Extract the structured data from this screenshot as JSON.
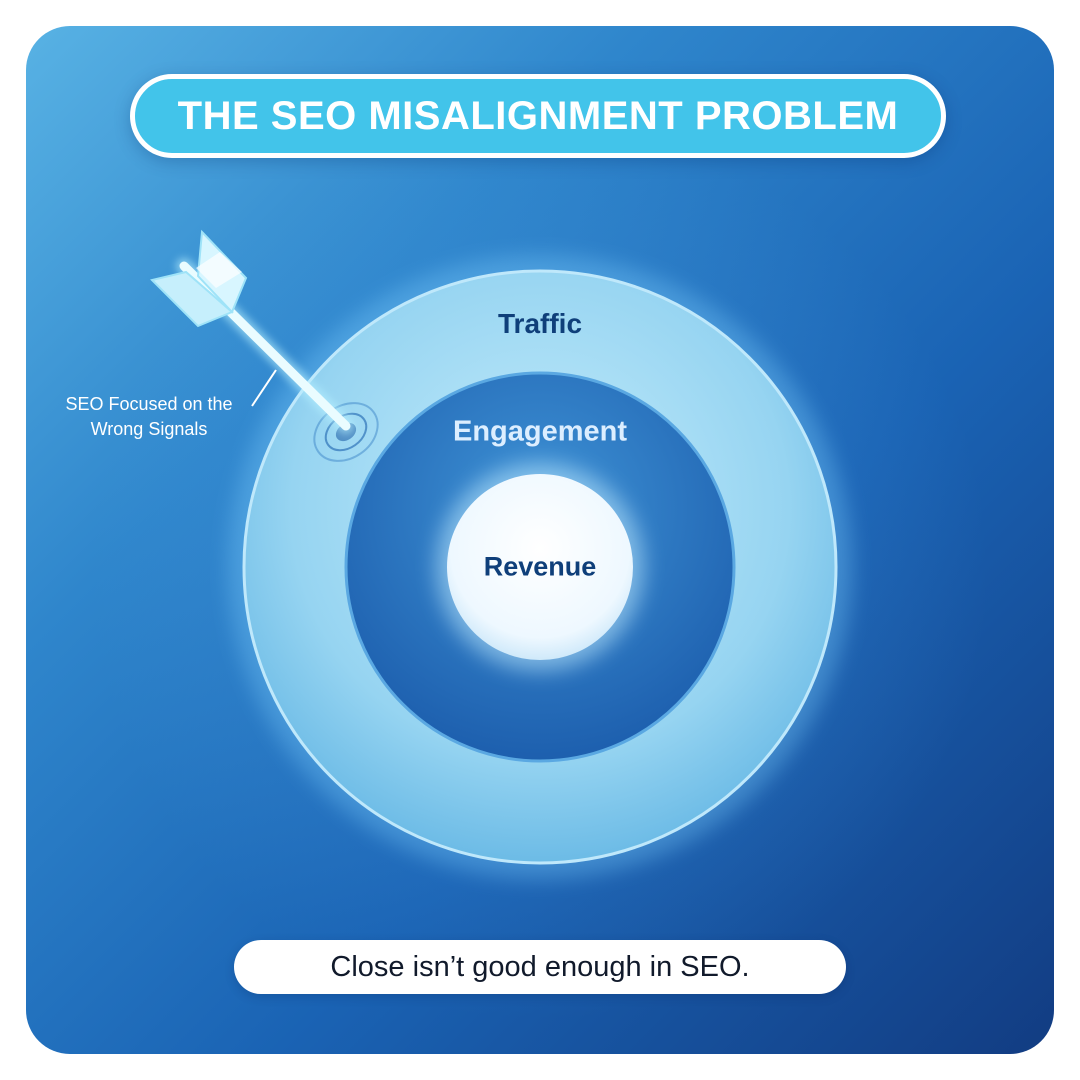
{
  "title": "THE SEO MISALIGNMENT PROBLEM",
  "rings": {
    "outer": "Traffic",
    "middle": "Engagement",
    "inner": "Revenue"
  },
  "callout": {
    "line1": "SEO Focused on the",
    "line2": "Wrong Signals"
  },
  "footer": "Close isn’t good enough in SEO.",
  "icons": [
    "arrow-icon",
    "target-icon"
  ],
  "colors": {
    "title_pill": "#42c4ea",
    "outer_ring": "#8fd0f0",
    "middle_ring": "#2b78c4",
    "inner_circle": "#ffffff",
    "background_dark": "#123c82"
  }
}
